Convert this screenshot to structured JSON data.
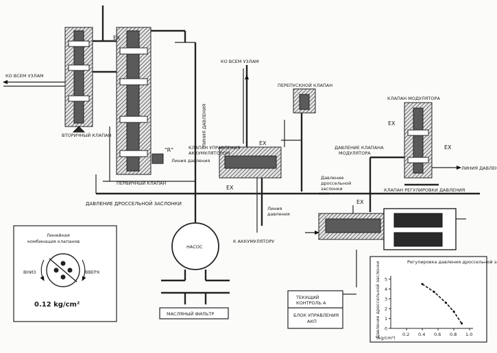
{
  "labels": {
    "to_all_units_left": "КО ВСЕМ УЗЛАМ",
    "to_all_units_top": "КО ВСЕМ УЗЛАМ",
    "secondary_valve": "ВТОРИЧНЫЙ КЛАПАН",
    "primary_valve": "ПЕРВИЧНЫЙ КЛАПАН",
    "line_pressure_vertical": "ЛИНИЯ ДАВЛЕНИЯ",
    "line_pressure_small": "Линия давления",
    "r_mark": "\"R\"",
    "ex_top": "EX",
    "ex_accumulator_top": "EX",
    "ex_accumulator_bottom": "EX",
    "ex_modulator_left": "EX",
    "ex_modulator_right": "EX",
    "ex_solenoid": "EX",
    "bypass_valve": "ПЕРЕПУСКНОЙ КЛАПАН",
    "accumulator_control_valve_line1": "КЛАПАН УПРАВЛЕНИЯ",
    "accumulator_control_valve_line2": "АККУМУЛЯТОРОМ",
    "modulator_valve": "КЛАПАН МОДУЛЯТОРА",
    "modulator_pressure_line1": "ДАВЛЕНИЕ КЛАПАНА",
    "modulator_pressure_line2": "МОДУЛЯТОРА",
    "line_pressure_right": "ЛИНИЯ ДАВЛЕНИЯ",
    "throttle_pressure_vert_line1": "Давление",
    "throttle_pressure_vert_line2": "дроссельной",
    "throttle_pressure_vert_line3": "заслонки",
    "pressure_regulator_valve": "КЛАПАН РЕГУЛИРОВКИ ДАВЛЕНИЯ",
    "throttle_pressure_main": "ДАВЛЕНИЕ ДРОССЕЛЬНОЙ ЗАСЛОНКИ",
    "line_pressure_center_line1": "Линия",
    "line_pressure_center_line2": "давления",
    "to_accumulator": "К АККУМУЛЯТОРУ",
    "pump": "НАСОС",
    "oil_filter": "МАСЛЯНЫЙ ФИЛЬТР",
    "current_control_line1": "ТЕКУЩИЙ",
    "current_control_line2": "КОНТРОЛЬ А",
    "tcu_line1": "БЛОК УПРАВЛЕНИЯ",
    "tcu_line2": "АКП"
  },
  "inset": {
    "title_line1": "Линейная",
    "title_line2": "комбинация клапанов",
    "down": "ВНИЗ",
    "up": "ВВЕРХ",
    "value": "0.12 kg/cm²"
  },
  "chart_data": {
    "type": "line",
    "title": "Регулировка давления дроссельной заслонки",
    "ylabel": "Давление дроссельной заслонки",
    "xlabel": "(kg/cm²)",
    "x_ticks": [
      "0.2",
      "0.4",
      "0.6",
      "0.8",
      "1.0"
    ],
    "y_ticks": [
      "0",
      "1",
      "2",
      "3",
      "4",
      "5"
    ],
    "xlim": [
      0,
      1.0
    ],
    "ylim": [
      0,
      5
    ],
    "series": [
      {
        "x": [
          0.4,
          0.55,
          0.7,
          0.8,
          0.9
        ],
        "y": [
          4.5,
          3.7,
          2.6,
          1.7,
          0.5
        ]
      }
    ]
  }
}
